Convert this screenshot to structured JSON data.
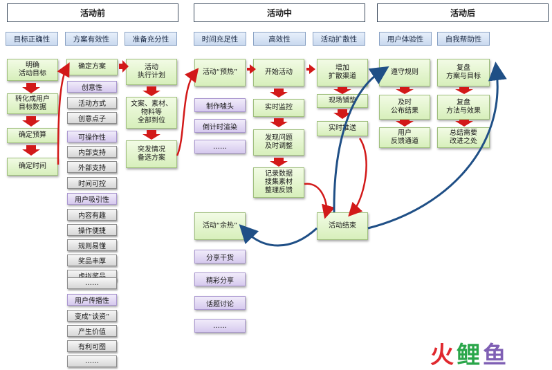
{
  "phases": {
    "before": "活动前",
    "during": "活动中",
    "after": "活动后"
  },
  "dimensions": {
    "d1": "目标正确性",
    "d2": "方案有效性",
    "d3": "准备充分性",
    "d4": "时间充足性",
    "d5": "高效性",
    "d6": "活动扩散性",
    "d7": "用户体验性",
    "d8": "自我帮助性"
  },
  "col1": {
    "s1": "明确\n活动目标",
    "s2": "转化成用户\n目标数据",
    "s3": "确定预算",
    "s4": "确定时间"
  },
  "col2": {
    "main": "确定方案",
    "g1": [
      "创意性",
      "活动方式",
      "创意点子"
    ],
    "g2": [
      "可操作性",
      "内部支持",
      "外部支持",
      "时间可控"
    ],
    "g3": [
      "用户吸引性",
      "内容有趣",
      "操作便捷",
      "规则易懂",
      "奖品丰厚",
      "虚拟奖品",
      "……"
    ],
    "g4": [
      "用户传播性",
      "变成“谈资”",
      "产生价值",
      "有利可图",
      "……"
    ]
  },
  "col3": {
    "s1": "活动\n执行计划",
    "s2": "文案、素材、\n物料等\n全部到位",
    "s3": "突发情况\n备选方案"
  },
  "col4": {
    "main": "活动“预热”",
    "items": [
      "制作噱头",
      "倒计时渲染",
      "……"
    ],
    "after_main": "活动“余热”",
    "after_items": [
      "分享干货",
      "精彩分享",
      "话题讨论",
      "……"
    ]
  },
  "col5": {
    "s1": "开始活动",
    "s2": "实时监控",
    "s3": "发现问题\n及时调整",
    "s4": "记录数据\n搜集素材\n整理反馈"
  },
  "col6": {
    "s1": "增加\n扩散渠道",
    "s2": "现场铺垫",
    "s3": "实时推送",
    "end": "活动结束"
  },
  "col7": {
    "s1": "遵守规则",
    "s2": "及时\n公布结果",
    "s3": "用户\n反馈通道"
  },
  "col8": {
    "s1": "复盘\n方案与目标",
    "s2": "复盘\n方法与效果",
    "s3": "总结需要\n改进之处"
  },
  "watermark": {
    "c1": "火",
    "c2": "鲤",
    "c3": "鱼"
  },
  "colors": {
    "red_arrow": "#d21919",
    "blue_arrow": "#1f4f86",
    "watermark_red": "#e0282e",
    "watermark_green": "#2aa64a",
    "watermark_purple": "#7f5fb4"
  }
}
